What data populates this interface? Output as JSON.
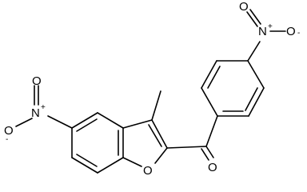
{
  "molecule": {
    "colors": {
      "bond": "#000000",
      "text": "#000000",
      "background": "#ffffff"
    },
    "atoms": {
      "nitro_left_o_top": {
        "symbol": "O",
        "charge": ""
      },
      "nitro_left_n": {
        "symbol": "N",
        "charge": "+"
      },
      "nitro_left_o_bottom": {
        "symbol": "O",
        "charge": "-"
      },
      "nitro_right_o_top": {
        "symbol": "O",
        "charge": ""
      },
      "nitro_right_n": {
        "symbol": "N",
        "charge": "+"
      },
      "nitro_right_o_right": {
        "symbol": "O",
        "charge": "-"
      },
      "furan_o": {
        "symbol": "O",
        "charge": ""
      },
      "carbonyl_o": {
        "symbol": "O",
        "charge": ""
      }
    }
  }
}
